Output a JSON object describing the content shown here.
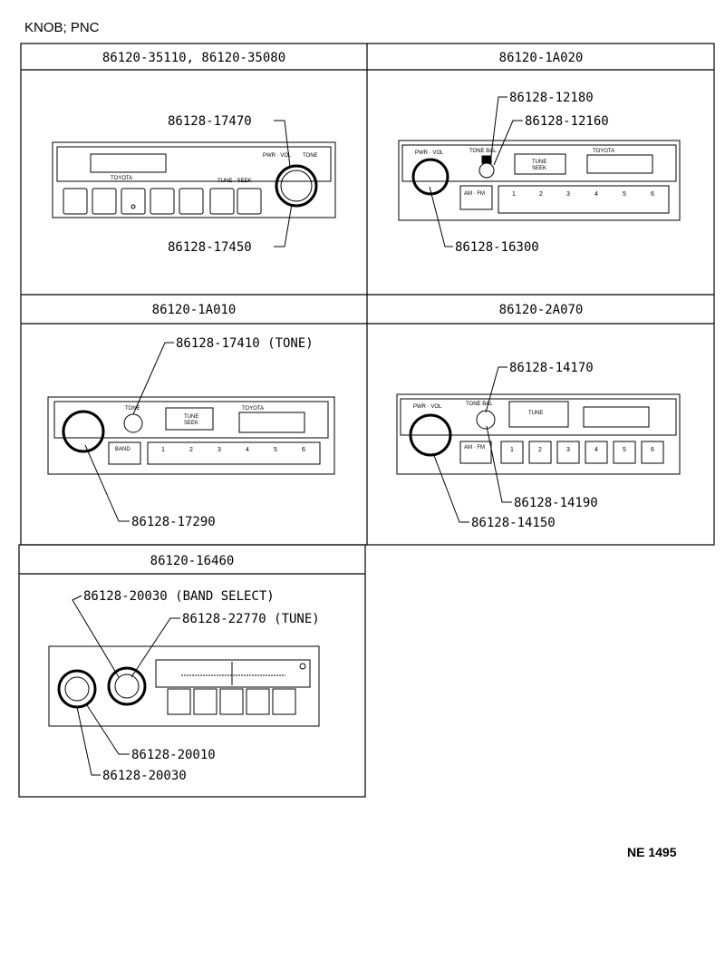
{
  "title": "KNOB; PNC",
  "reference": "NE  1495",
  "panels": [
    {
      "header": "86120-35110, 86120-35080",
      "callouts": [
        "86128-17470",
        "86128-17450"
      ],
      "face_text": {
        "brand": "TOYOTA",
        "pwr_vol": "PWR · VOL",
        "tone": "TONE",
        "tune_seek": "TUNE · SEEK"
      }
    },
    {
      "header": "86120-1A020",
      "callouts": [
        "86128-12180",
        "86128-12160",
        "86128-16300"
      ],
      "face_text": {
        "pwr_vol": "PWR · VOL",
        "tone_bal": "TONE BAL",
        "tune": "TUNE",
        "seek": "SEEK",
        "brand": "TOYOTA",
        "am_fm": "AM · FM",
        "presets": [
          "1",
          "2",
          "3",
          "4",
          "5",
          "6"
        ]
      }
    },
    {
      "header": "86120-1A010",
      "callouts": [
        "86128-17410 (TONE)",
        "86128-17290"
      ],
      "face_text": {
        "tone": "TONE",
        "tune": "TUNE",
        "seek": "SEEK",
        "brand": "TOYOTA",
        "band": "BAND",
        "presets": [
          "1",
          "2",
          "3",
          "4",
          "5",
          "6"
        ]
      }
    },
    {
      "header": "86120-2A070",
      "callouts": [
        "86128-14170",
        "86128-14190",
        "86128-14150"
      ],
      "face_text": {
        "pwr_vol": "PWR · VOL",
        "tone_bal": "TONE BAL",
        "tune": "TUNE",
        "am_fm": "AM · FM",
        "presets": [
          "1",
          "2",
          "3",
          "4",
          "5",
          "6"
        ]
      }
    },
    {
      "header": "86120-16460",
      "callouts": [
        "86128-20030 (BAND SELECT)",
        "86128-22770 (TUNE)",
        "86128-20010",
        "86128-20030"
      ]
    }
  ]
}
